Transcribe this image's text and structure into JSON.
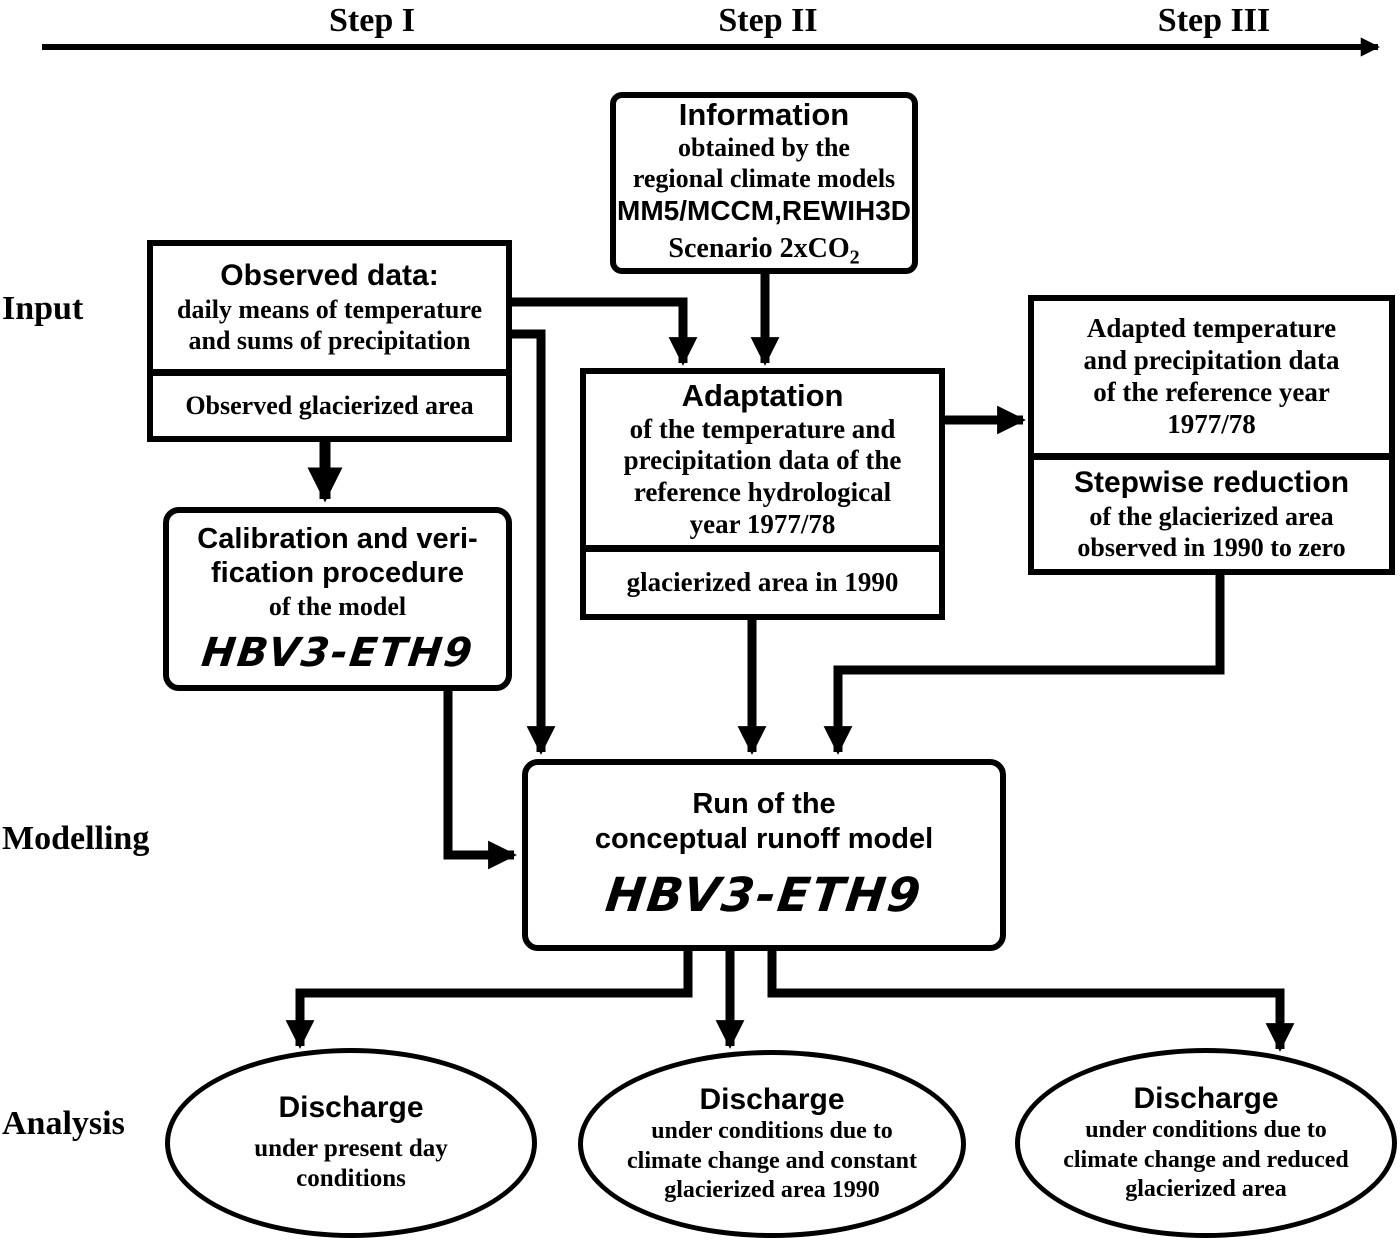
{
  "steps": [
    "Step I",
    "Step II",
    "Step III"
  ],
  "row_labels": {
    "input": "Input",
    "modelling": "Modelling",
    "analysis": "Analysis"
  },
  "boxes": {
    "information": {
      "title": "Information",
      "lines": [
        "obtained by the",
        "regional climate models"
      ],
      "models": "MM5/MCCM,REWIH3D",
      "scenario": "Scenario 2xCO",
      "scenario_sub": "2"
    },
    "observed": {
      "title": "Observed data:",
      "lines": [
        "daily means of temperature",
        "and sums of precipitation"
      ],
      "sub": "Observed glacierized area"
    },
    "adaptation": {
      "title": "Adaptation",
      "lines": [
        "of the temperature and",
        "precipitation data of the",
        "reference hydrological",
        "year 1977/78"
      ],
      "sub": "glacierized area in 1990"
    },
    "adapted": {
      "lines": [
        "Adapted temperature",
        "and precipitation data",
        "of the reference year",
        "1977/78"
      ],
      "sub_title": "Stepwise reduction",
      "sub_lines": [
        "of the glacierized area",
        "observed in 1990 to zero"
      ]
    },
    "calibration": {
      "title_lines": [
        "Calibration and veri-",
        "fication procedure"
      ],
      "line": "of the model",
      "model": "HBV3-ETH9"
    },
    "run": {
      "lines": [
        "Run of the",
        "conceptual runoff model"
      ],
      "model": "HBV3-ETH9"
    }
  },
  "ellipses": {
    "present": {
      "title": "Discharge",
      "lines": [
        "under present day",
        "conditions"
      ]
    },
    "constant": {
      "title": "Discharge",
      "lines": [
        "under conditions due to",
        "climate change and constant",
        "glacierized area 1990"
      ]
    },
    "reduced": {
      "title": "Discharge",
      "lines": [
        "under conditions due to",
        "climate change and reduced",
        "glacierized area"
      ]
    }
  },
  "colors": {
    "ink": "#000000",
    "background": "#ffffff"
  }
}
